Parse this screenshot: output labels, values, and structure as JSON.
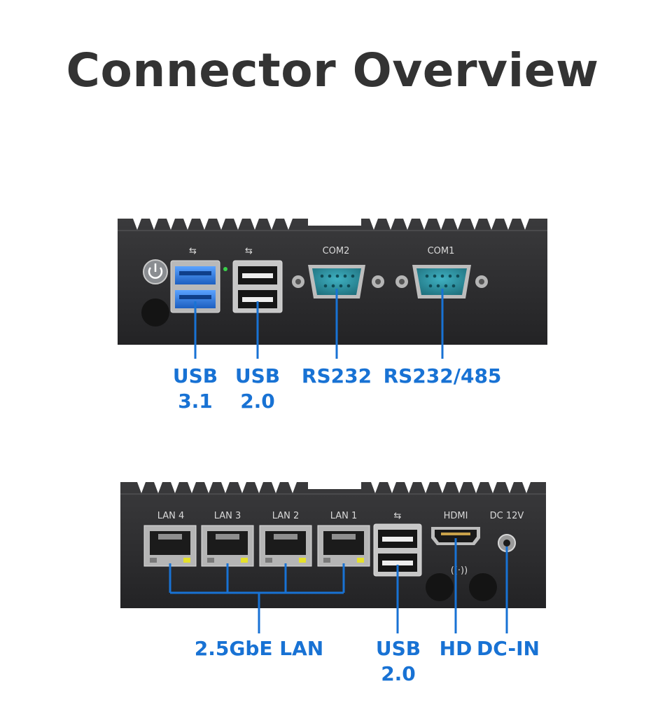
{
  "title": "Connector Overview",
  "front_panel": {
    "silkscreen": {
      "com2": "COM2",
      "com1": "COM1"
    },
    "labels": {
      "usb31_line1": "USB",
      "usb31_line2": "3.1",
      "usb20_line1": "USB",
      "usb20_line2": "2.0",
      "rs232": "RS232",
      "rs232_485": "RS232/485"
    }
  },
  "rear_panel": {
    "silkscreen": {
      "lan4": "LAN 4",
      "lan3": "LAN 3",
      "lan2": "LAN 2",
      "lan1": "LAN 1",
      "hdmi": "HDMI",
      "dc": "DC 12V"
    },
    "labels": {
      "lan": "2.5GbE LAN",
      "usb20_line1": "USB",
      "usb20_line2": "2.0",
      "hd": "HD",
      "dcin": "DC-IN"
    }
  },
  "colors": {
    "label_blue": "#1872d4",
    "title_gray": "#333333",
    "chassis": "#2b2b2d",
    "db9_teal": "#2a8fa0",
    "usb3_blue": "#2f7fe0"
  }
}
